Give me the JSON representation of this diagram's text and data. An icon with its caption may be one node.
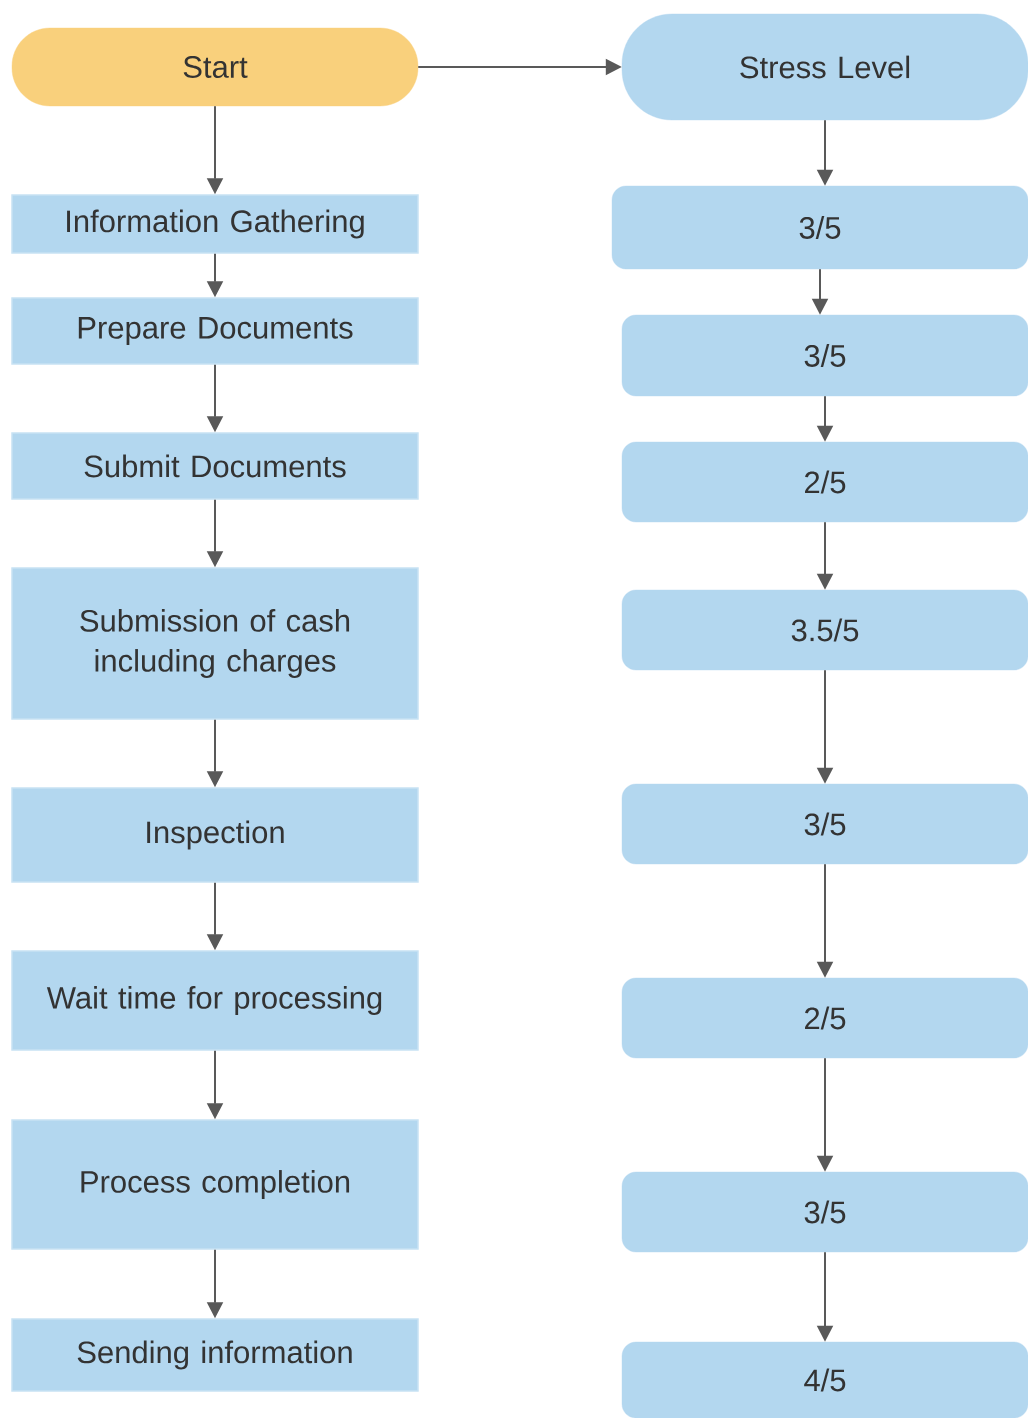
{
  "diagram": {
    "nodes": [
      {
        "text": [
          "Start"
        ]
      },
      {
        "text": [
          "Stress Level"
        ]
      },
      {
        "text": [
          "Information Gathering"
        ]
      },
      {
        "text": [
          "Prepare Documents"
        ]
      },
      {
        "text": [
          "Submit Documents"
        ]
      },
      {
        "text": [
          "Submission of cash including charges"
        ]
      },
      {
        "text": [
          "Inspection"
        ]
      },
      {
        "text": [
          "Wait time for processing"
        ]
      },
      {
        "text": [
          "Process completion"
        ]
      },
      {
        "text": [
          "Sending information"
        ]
      },
      {
        "text": [
          "3/5"
        ]
      },
      {
        "text": [
          "3/5"
        ]
      },
      {
        "text": [
          "2/5"
        ]
      },
      {
        "text": [
          "3.5/5"
        ]
      },
      {
        "text": [
          "3/5"
        ]
      },
      {
        "text": [
          "2/5"
        ]
      },
      {
        "text": [
          "3/5"
        ]
      },
      {
        "text": [
          "4/5"
        ]
      }
    ],
    "edges": [
      {
        "from": 0,
        "to": 1,
        "arrow": "to"
      },
      {
        "from": 0,
        "to": 2,
        "arrow": "to"
      },
      {
        "from": 2,
        "to": 3,
        "arrow": "to"
      },
      {
        "from": 3,
        "to": 4,
        "arrow": "to"
      },
      {
        "from": 4,
        "to": 5,
        "arrow": "to"
      },
      {
        "from": 5,
        "to": 6,
        "arrow": "to"
      },
      {
        "from": 6,
        "to": 7,
        "arrow": "to"
      },
      {
        "from": 7,
        "to": 8,
        "arrow": "to"
      },
      {
        "from": 8,
        "to": 9,
        "arrow": "to"
      },
      {
        "from": 1,
        "to": 10,
        "arrow": "to"
      },
      {
        "from": 10,
        "to": 11,
        "arrow": "to"
      },
      {
        "from": 11,
        "to": 12,
        "arrow": "to"
      },
      {
        "from": 12,
        "to": 13,
        "arrow": "to"
      },
      {
        "from": 13,
        "to": 14,
        "arrow": "to"
      },
      {
        "from": 14,
        "to": 15,
        "arrow": "to"
      },
      {
        "from": 15,
        "to": 16,
        "arrow": "to"
      },
      {
        "from": 16,
        "to": 17,
        "arrow": "to"
      }
    ]
  }
}
